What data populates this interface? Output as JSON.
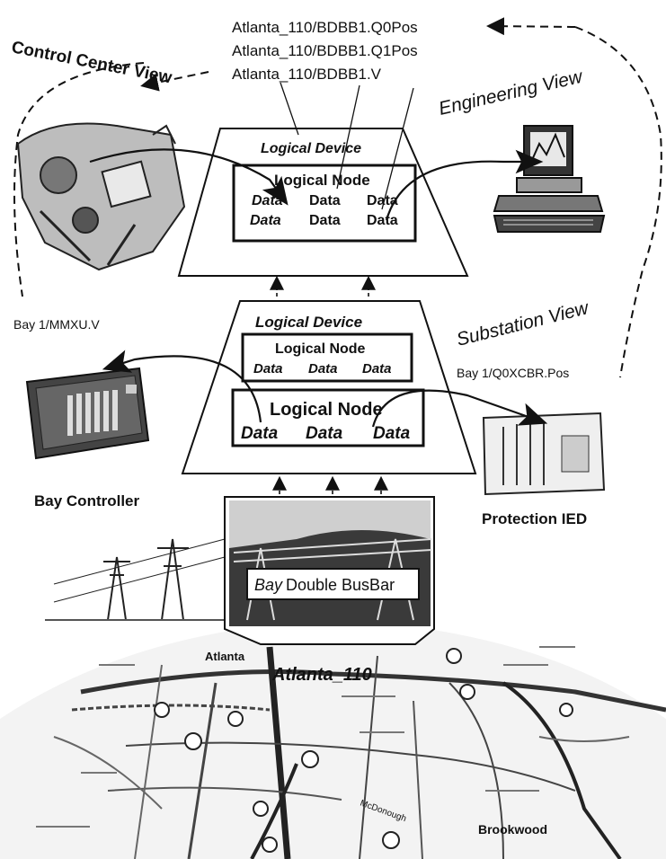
{
  "attributes": {
    "q0pos": "Atlanta_110/BDBB1.Q0Pos",
    "q1pos": "Atlanta_110/BDBB1.Q1Pos",
    "v": "Atlanta_110/BDBB1.V"
  },
  "views": {
    "control_center": "Control Center View",
    "engineering": "Engineering View",
    "substation": "Substation View"
  },
  "top_device": {
    "title": "Logical Device",
    "node_title": "Logical Node",
    "data_row1": [
      "Data",
      "Data",
      "Data"
    ],
    "data_row2": [
      "Data",
      "Data",
      "Data"
    ]
  },
  "middle_device": {
    "title": "Logical Device",
    "node1_title": "Logical Node",
    "node1_data": [
      "Data",
      "Data",
      "Data"
    ],
    "node2_title": "Logical Node",
    "node2_data": [
      "Data",
      "Data",
      "Data"
    ]
  },
  "labels": {
    "mmxu": "Bay 1/MMXU.V",
    "xcbr": "Bay 1/Q0XCBR.Pos",
    "bay_controller": "Bay Controller",
    "protection_ied": "Protection IED",
    "bay_label_1": "Bay",
    "bay_label_2": "Double BusBar",
    "station": "Atlanta_110"
  },
  "map": {
    "places": [
      "Atlanta",
      "Brookwood",
      "McDonough"
    ]
  },
  "colors": {
    "ink": "#111111",
    "screen": "#d9d9d9",
    "map_road": "#333333",
    "map_bg": "#ffffff"
  }
}
